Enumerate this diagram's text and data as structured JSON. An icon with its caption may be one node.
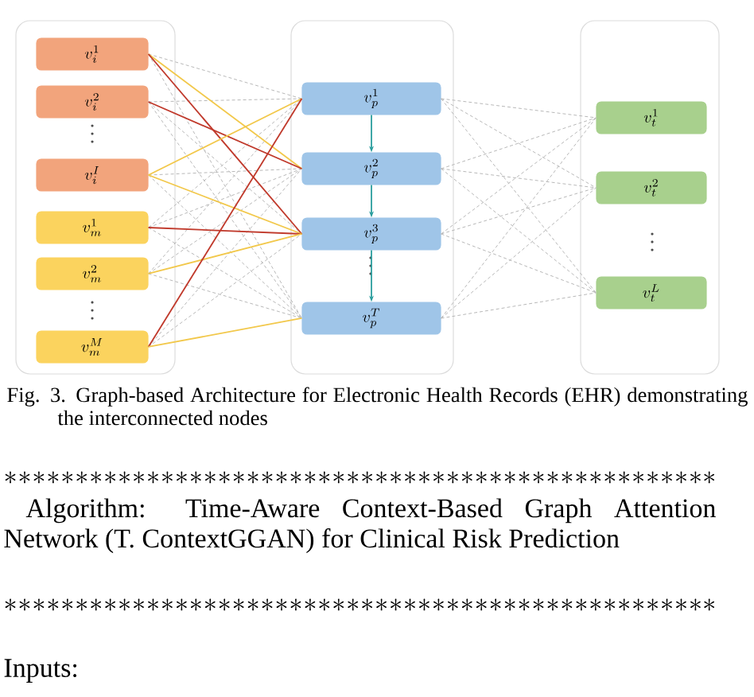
{
  "diagram": {
    "caption": "Fig. 3. Graph-based Architecture for Electronic Health Records (EHR) demonstrating the interconnected nodes",
    "nodes": [
      {
        "text": [],
        "shape": "box"
      },
      {
        "text": [
          "v_i^1"
        ],
        "in": 0
      },
      {
        "text": [
          "v_i^2"
        ],
        "in": 0
      },
      {
        "text": [
          "v_i^I"
        ],
        "in": 0
      },
      {
        "text": [
          "v_m^1"
        ],
        "in": 0
      },
      {
        "text": [
          "v_m^2"
        ],
        "in": 0
      },
      {
        "text": [
          "v_m^M"
        ],
        "in": 0
      },
      {
        "text": [],
        "shape": "box"
      },
      {
        "text": [
          "v_p^1"
        ],
        "in": 7
      },
      {
        "text": [
          "v_p^2"
        ],
        "in": 7
      },
      {
        "text": [
          "v_p^3"
        ],
        "in": 7
      },
      {
        "text": [
          "v_p^T"
        ],
        "in": 7
      },
      {
        "text": [],
        "shape": "box"
      },
      {
        "text": [
          "v_t^1"
        ],
        "in": 12
      },
      {
        "text": [
          "v_t^2"
        ],
        "in": 12
      },
      {
        "text": [
          "v_t^L"
        ],
        "in": 12
      }
    ],
    "edges": [
      {
        "from": 1,
        "to": 8,
        "arrow": "none",
        "style": "dashed"
      },
      {
        "from": 1,
        "to": 9,
        "arrow": "none",
        "color": "#f2c84b"
      },
      {
        "from": 1,
        "to": 10,
        "arrow": "none",
        "color": "#c0392b"
      },
      {
        "from": 1,
        "to": 11,
        "arrow": "none",
        "style": "dashed"
      },
      {
        "from": 2,
        "to": 8,
        "arrow": "none",
        "style": "dashed"
      },
      {
        "from": 2,
        "to": 9,
        "arrow": "none",
        "color": "#c0392b"
      },
      {
        "from": 2,
        "to": 10,
        "arrow": "none",
        "style": "dashed"
      },
      {
        "from": 2,
        "to": 11,
        "arrow": "none",
        "style": "dashed"
      },
      {
        "from": 3,
        "to": 8,
        "arrow": "none",
        "color": "#f2c84b"
      },
      {
        "from": 3,
        "to": 9,
        "arrow": "none",
        "style": "dashed"
      },
      {
        "from": 3,
        "to": 10,
        "arrow": "none",
        "color": "#f2c84b"
      },
      {
        "from": 3,
        "to": 11,
        "arrow": "none",
        "style": "dashed"
      },
      {
        "from": 4,
        "to": 8,
        "arrow": "none",
        "style": "dashed"
      },
      {
        "from": 4,
        "to": 9,
        "arrow": "none",
        "style": "dashed"
      },
      {
        "from": 4,
        "to": 10,
        "arrow": "none",
        "color": "#c0392b"
      },
      {
        "from": 4,
        "to": 11,
        "arrow": "none",
        "style": "dashed"
      },
      {
        "from": 5,
        "to": 8,
        "arrow": "none",
        "style": "dashed"
      },
      {
        "from": 5,
        "to": 9,
        "arrow": "none",
        "style": "dashed"
      },
      {
        "from": 5,
        "to": 10,
        "arrow": "none",
        "color": "#f2c84b"
      },
      {
        "from": 5,
        "to": 11,
        "arrow": "none",
        "style": "dashed"
      },
      {
        "from": 6,
        "to": 8,
        "arrow": "none",
        "color": "#c0392b"
      },
      {
        "from": 6,
        "to": 9,
        "arrow": "none",
        "style": "dashed"
      },
      {
        "from": 6,
        "to": 10,
        "arrow": "none",
        "style": "dashed"
      },
      {
        "from": 6,
        "to": 11,
        "arrow": "none",
        "color": "#f2c84b"
      },
      {
        "from": 8,
        "to": 9,
        "arrow": "to",
        "color": "#2a9d9d"
      },
      {
        "from": 9,
        "to": 10,
        "arrow": "to",
        "color": "#2a9d9d"
      },
      {
        "from": 10,
        "to": 11,
        "arrow": "to",
        "color": "#2a9d9d"
      },
      {
        "from": 8,
        "to": 13,
        "arrow": "none",
        "style": "dashed"
      },
      {
        "from": 8,
        "to": 14,
        "arrow": "none",
        "style": "dashed"
      },
      {
        "from": 8,
        "to": 15,
        "arrow": "none",
        "style": "dashed"
      },
      {
        "from": 9,
        "to": 13,
        "arrow": "none",
        "style": "dashed"
      },
      {
        "from": 9,
        "to": 14,
        "arrow": "none",
        "style": "dashed"
      },
      {
        "from": 9,
        "to": 15,
        "arrow": "none",
        "style": "dashed"
      },
      {
        "from": 10,
        "to": 13,
        "arrow": "none",
        "style": "dashed"
      },
      {
        "from": 10,
        "to": 14,
        "arrow": "none",
        "style": "dashed"
      },
      {
        "from": 10,
        "to": 15,
        "arrow": "none",
        "style": "dashed"
      },
      {
        "from": 11,
        "to": 13,
        "arrow": "none",
        "style": "dashed"
      },
      {
        "from": 11,
        "to": 14,
        "arrow": "none",
        "style": "dashed"
      },
      {
        "from": 11,
        "to": 15,
        "arrow": "none",
        "style": "dashed"
      }
    ],
    "labels": [
      "**************************************************",
      "Algorithm: Time-Aware Context-Based Graph Attention Network (T. ContextGGAN) for Clinical Risk Prediction",
      "**************************************************",
      "Inputs:"
    ]
  }
}
